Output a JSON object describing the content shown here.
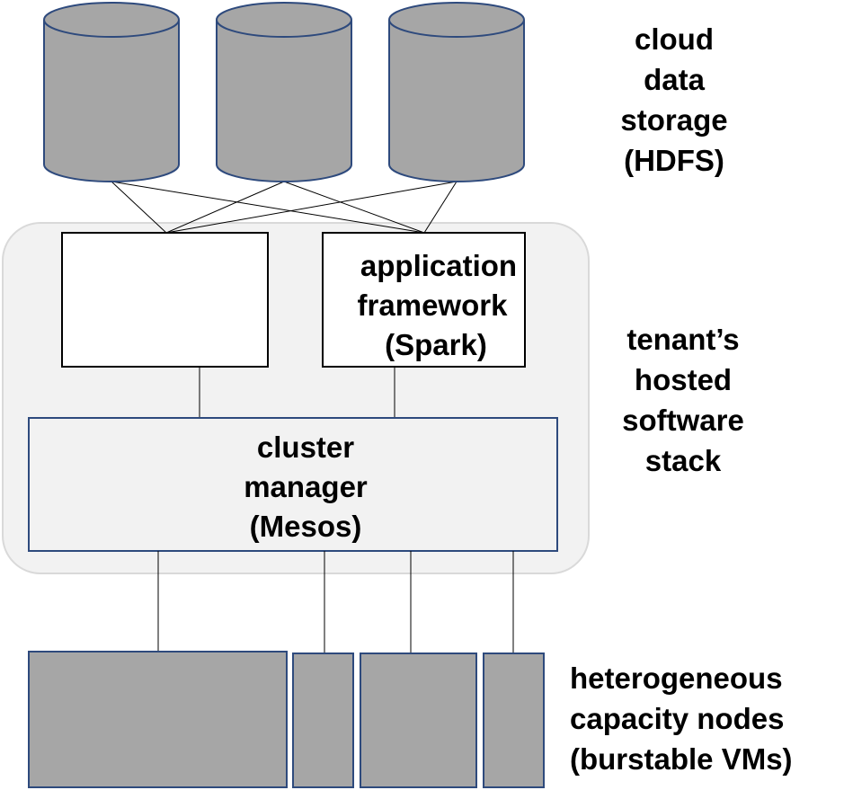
{
  "labels": {
    "cloud_storage": [
      "cloud",
      "data",
      "storage",
      "(HDFS)"
    ],
    "hosted_stack": [
      "tenant’s",
      "hosted",
      "software",
      "stack"
    ],
    "capacity_nodes": [
      "heterogeneous",
      "capacity nodes",
      "(burstable VMs)"
    ],
    "app_framework": [
      "application",
      "framework",
      "(Spark)"
    ],
    "cluster_manager": [
      "cluster",
      "manager",
      "(Mesos)"
    ]
  },
  "colors": {
    "storage_fill": "#a6a6a6",
    "storage_stroke": "#2e4a7d",
    "node_fill": "#a6a6a6",
    "node_stroke": "#2e4a7d",
    "container_fill": "#f2f2f2",
    "container_stroke": "#d9d9d9",
    "box_stroke": "#000000",
    "manager_stroke": "#2e4a7d",
    "line": "#000000"
  }
}
